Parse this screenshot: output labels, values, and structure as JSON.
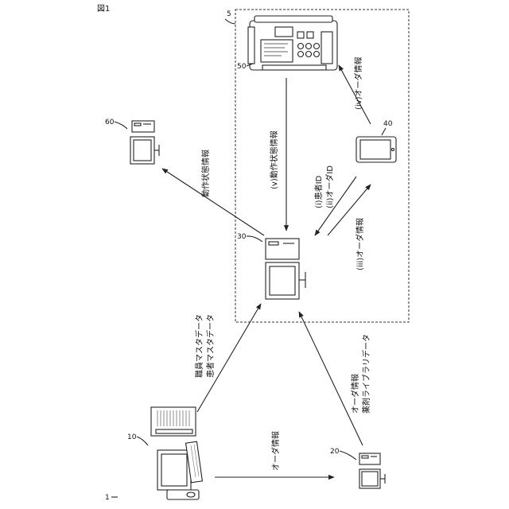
{
  "figure_label": "図1",
  "system_ref": "1",
  "boundary_ref": "5",
  "nodes": {
    "n10": "10",
    "n20": "20",
    "n30": "30",
    "n40": "40",
    "n50": "50",
    "n60": "60"
  },
  "arrows": {
    "a_10_30_line1": "職員マスタデータ",
    "a_10_30_line2": "患者マスタデータ",
    "a_10_20": "オーダ情報",
    "a_20_30_line1": "オーダ情報",
    "a_20_30_line2": "薬剤ライブラリデータ",
    "a_30_60": "動作状態情報",
    "a_50_30": "(v)動作状態情報",
    "a_40_30_line1": "(i)患者ID",
    "a_40_30_line2": "(ii)オーダID",
    "a_30_40": "(iii)オーダ情報",
    "a_40_50": "(iv)オーダ情報"
  }
}
